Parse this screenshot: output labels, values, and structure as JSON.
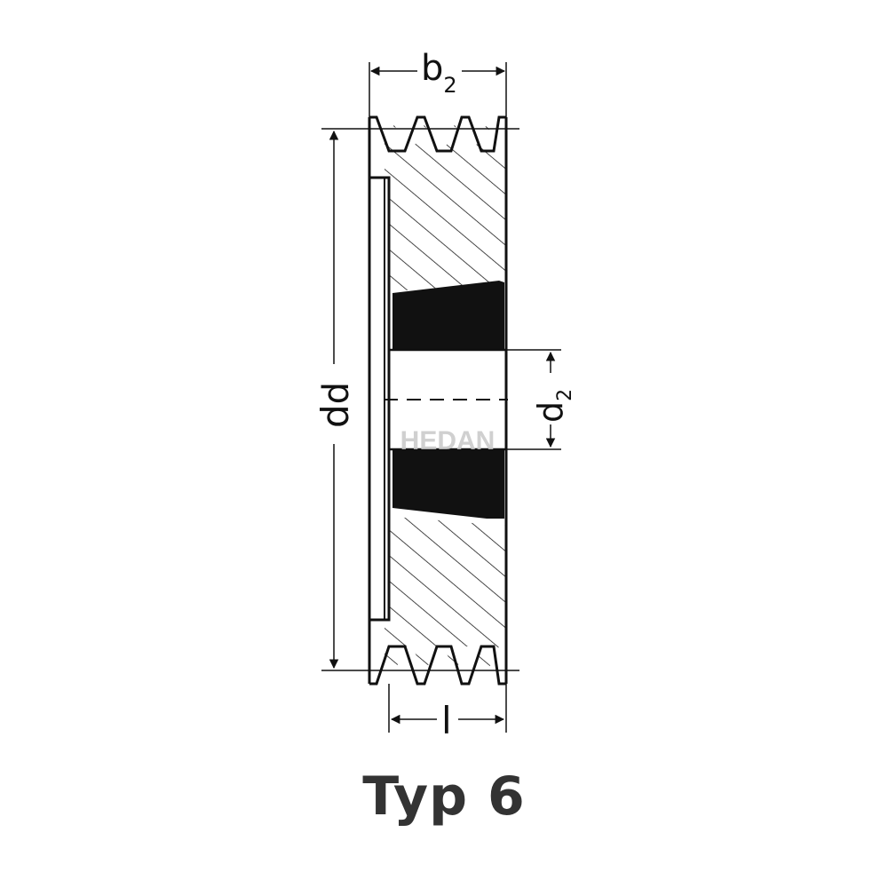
{
  "drawing": {
    "caption": "Typ 6",
    "watermark": "HEDAN",
    "dimensions": {
      "b2": {
        "symbol": "b",
        "subscript": "2"
      },
      "dd": {
        "symbol": "d",
        "subscript": "d"
      },
      "d2": {
        "symbol": "d",
        "subscript": "2"
      },
      "l": {
        "symbol": "l"
      }
    },
    "grooves": 3,
    "colors": {
      "line": "#111111",
      "hatch": "#1a1a1a",
      "bushing": "#111111",
      "caption": "#333333",
      "watermark": "#c8c8c8"
    }
  }
}
